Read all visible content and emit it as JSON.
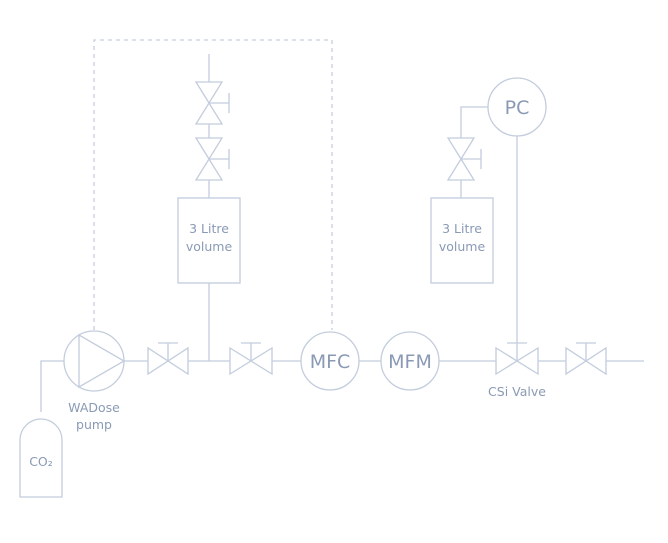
{
  "diagram": {
    "type": "process-flow (P&ID)",
    "components": {
      "co2_cylinder": {
        "label": "CO₂"
      },
      "pump": {
        "label_line1": "WADose",
        "label_line2": "pump"
      },
      "volume_left": {
        "label_line1": "3 Litre",
        "label_line2": "volume"
      },
      "volume_right": {
        "label_line1": "3 Litre",
        "label_line2": "volume"
      },
      "mfc": {
        "label": "MFC"
      },
      "mfm": {
        "label": "MFM"
      },
      "pc": {
        "label": "PC"
      },
      "csi_valve": {
        "label": "CSi Valve"
      }
    },
    "colors": {
      "line": "#c3cddd",
      "text": "#8a9ab5"
    }
  }
}
